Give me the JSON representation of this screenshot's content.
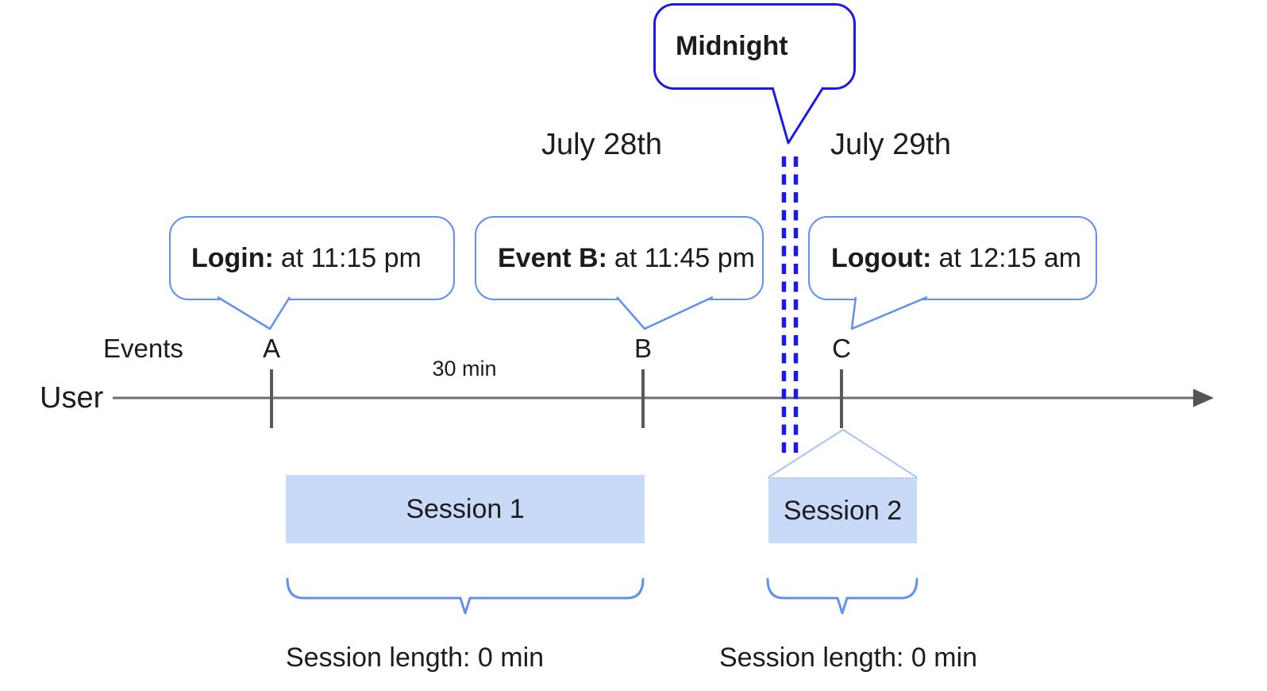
{
  "callouts": {
    "midnight": {
      "label": "Midnight"
    },
    "login": {
      "label": "Login:",
      "text": "at 11:15 pm"
    },
    "event_b": {
      "label": "Event B:",
      "text": "at 11:45 pm"
    },
    "logout": {
      "label": "Logout:",
      "text": "at 12:15 am"
    }
  },
  "dates": {
    "left": "July 28th",
    "right": "July 29th"
  },
  "axis": {
    "events_label": "Events",
    "user_label": "User",
    "markers": [
      "A",
      "B",
      "C"
    ],
    "interval_label": "30 min"
  },
  "sessions": [
    {
      "label": "Session 1",
      "length_label": "Session length: 0 min"
    },
    {
      "label": "Session 2",
      "length_label": "Session length: 0 min"
    }
  ],
  "colors": {
    "callout_border_blue": "#6191ec",
    "midnight_strong_blue": "#1a1ae6",
    "session_fill_blue": "#c9daf8",
    "funnel_light_blue": "#a7c4f2",
    "timeline_gray": "#6e6e6e",
    "tick_gray": "#595959",
    "text_black": "#1c1c1c"
  }
}
